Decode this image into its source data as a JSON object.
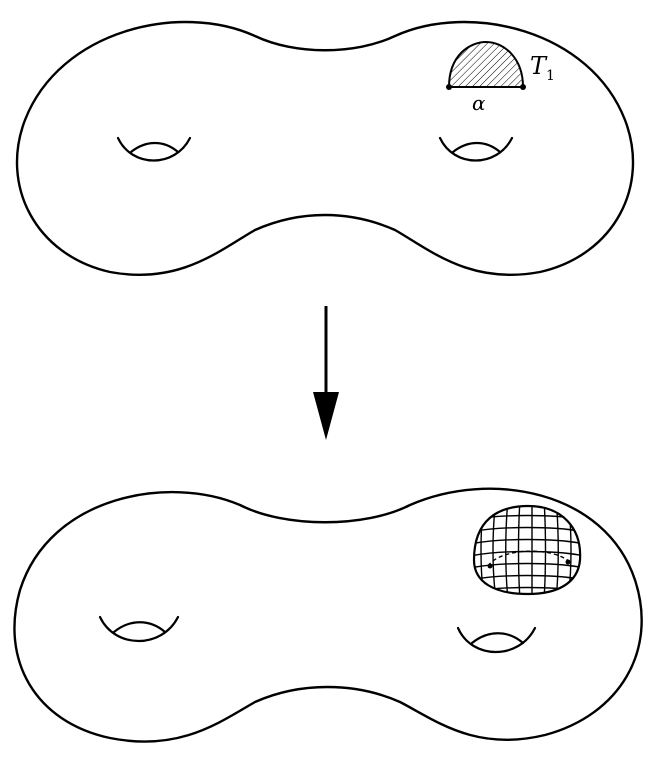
{
  "top_surface": {
    "region_label": "T",
    "region_label_subscript": "1",
    "arc_label": "α"
  },
  "bottom_surface": {},
  "arrow": {
    "direction": "down"
  }
}
